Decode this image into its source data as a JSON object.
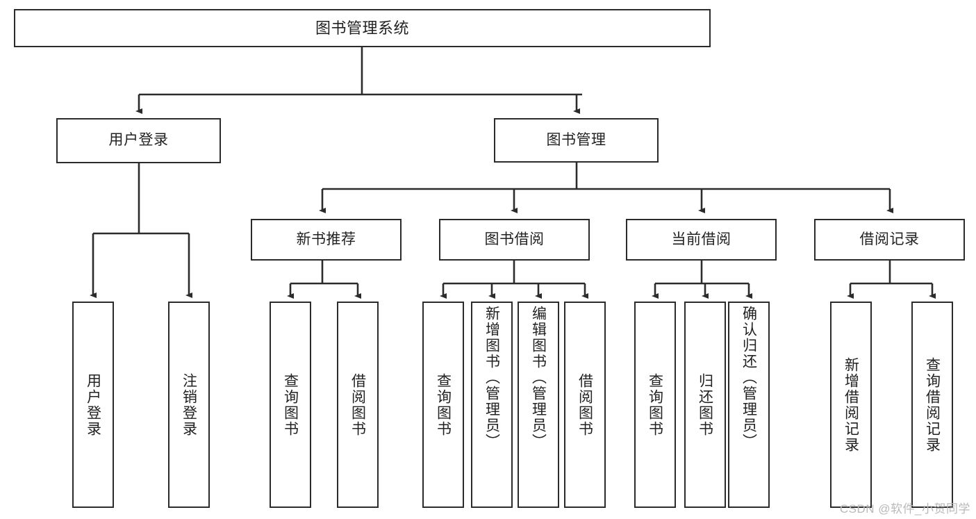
{
  "diagram": {
    "title": "图书管理系统",
    "type": "tree-hierarchy-chart",
    "root": {
      "label": "图书管理系统"
    },
    "level1": [
      {
        "label": "用户登录"
      },
      {
        "label": "图书管理"
      }
    ],
    "level2": [
      {
        "label": "新书推荐"
      },
      {
        "label": "图书借阅"
      },
      {
        "label": "当前借阅"
      },
      {
        "label": "借阅记录"
      }
    ],
    "leaves": {
      "user_login": [
        {
          "label": "用户登录"
        },
        {
          "label": "注销登录"
        }
      ],
      "new_book_recommend": [
        {
          "label": "查询图书"
        },
        {
          "label": "借阅图书"
        }
      ],
      "book_borrow": [
        {
          "label": "查询图书"
        },
        {
          "label": "新增图书（管理员）"
        },
        {
          "label": "编辑图书（管理员）"
        },
        {
          "label": "借阅图书"
        }
      ],
      "current_borrow": [
        {
          "label": "查询图书"
        },
        {
          "label": "归还图书"
        },
        {
          "label": "确认归还（管理员）"
        }
      ],
      "borrow_record": [
        {
          "label": "新增借阅记录"
        },
        {
          "label": "查询借阅记录"
        }
      ]
    }
  },
  "watermark": {
    "text": "CSDN @软件_小贺同学"
  },
  "colors": {
    "stroke": "#2b2b2b",
    "text": "#222222",
    "background": "#ffffff",
    "watermark": "#b9b9b9"
  }
}
